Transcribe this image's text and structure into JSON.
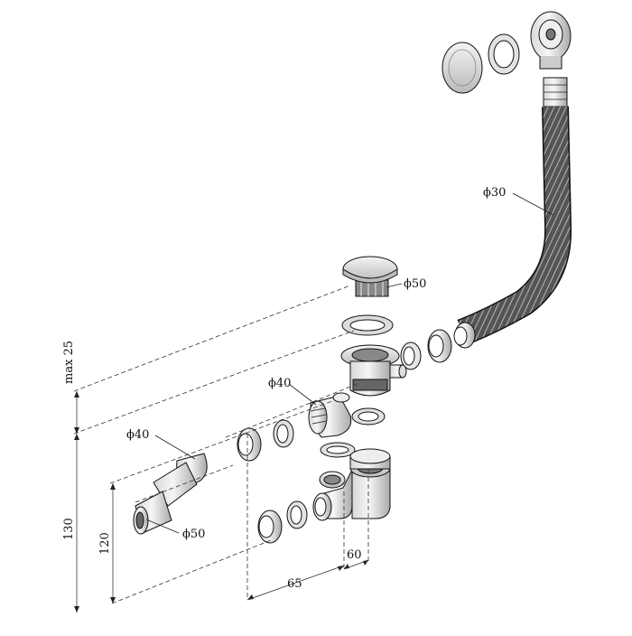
{
  "labels": {
    "overflow_hose_diameter": "ϕ30",
    "drain_valve_diameter": "ϕ50",
    "elbow_diameter": "ϕ40",
    "outlet_top_diameter": "ϕ40",
    "outlet_bottom_diameter": "ϕ50"
  },
  "dimensions": {
    "max_rim": "max 25",
    "total_height": "130",
    "outlet_height": "120",
    "offset_65": "65",
    "offset_60": "60"
  }
}
